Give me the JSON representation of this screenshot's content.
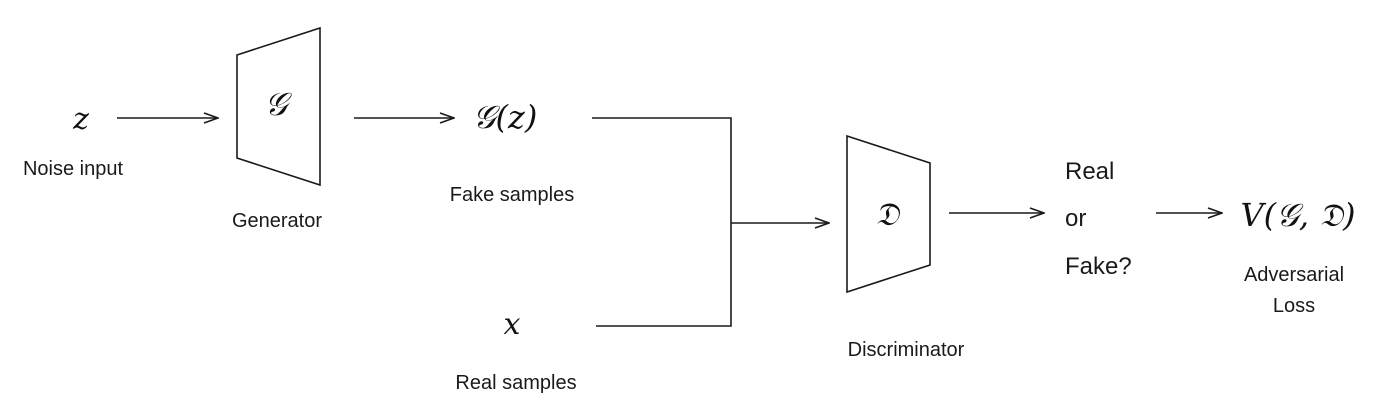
{
  "noise": {
    "symbol": "z",
    "label": "Noise input"
  },
  "generator": {
    "symbol": "𝒢",
    "label": "Generator"
  },
  "fake": {
    "symbol_prefix": "𝒢",
    "symbol_suffix": "(z)",
    "label": "Fake samples"
  },
  "real": {
    "symbol": "x",
    "label": "Real samples"
  },
  "discriminator": {
    "symbol": "𝔇",
    "label": "Discriminator"
  },
  "decision": {
    "line1": "Real",
    "line2": "or",
    "line3": "Fake?"
  },
  "loss": {
    "symbol": "V(𝒢, 𝔇)",
    "label_line1": "Adversarial",
    "label_line2": "Loss"
  }
}
